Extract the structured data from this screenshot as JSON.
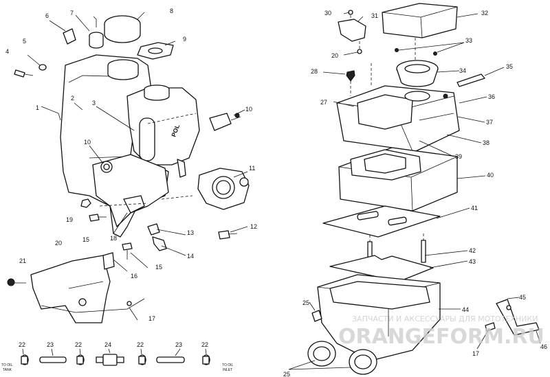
{
  "callouts": [
    {
      "id": "c1",
      "text": "1"
    },
    {
      "id": "c2",
      "text": "2"
    },
    {
      "id": "c3",
      "text": "3"
    },
    {
      "id": "c4",
      "text": "4"
    },
    {
      "id": "c5",
      "text": "5"
    },
    {
      "id": "c6",
      "text": "6"
    },
    {
      "id": "c7",
      "text": "7"
    },
    {
      "id": "c8",
      "text": "8"
    },
    {
      "id": "c9",
      "text": "9"
    },
    {
      "id": "c10a",
      "text": "10"
    },
    {
      "id": "c10b",
      "text": "10"
    },
    {
      "id": "c11",
      "text": "11"
    },
    {
      "id": "c12",
      "text": "12"
    },
    {
      "id": "c13",
      "text": "13"
    },
    {
      "id": "c14",
      "text": "14"
    },
    {
      "id": "c15a",
      "text": "15"
    },
    {
      "id": "c15b",
      "text": "15"
    },
    {
      "id": "c16",
      "text": "16"
    },
    {
      "id": "c17a",
      "text": "17"
    },
    {
      "id": "c17b",
      "text": "17"
    },
    {
      "id": "c18",
      "text": "18"
    },
    {
      "id": "c19",
      "text": "19"
    },
    {
      "id": "c20a",
      "text": "20"
    },
    {
      "id": "c20b",
      "text": "20"
    },
    {
      "id": "c21",
      "text": "21"
    },
    {
      "id": "c22a",
      "text": "22"
    },
    {
      "id": "c22b",
      "text": "22"
    },
    {
      "id": "c22c",
      "text": "22"
    },
    {
      "id": "c22d",
      "text": "22"
    },
    {
      "id": "c23a",
      "text": "23"
    },
    {
      "id": "c23b",
      "text": "23"
    },
    {
      "id": "c24",
      "text": "24"
    },
    {
      "id": "c25a",
      "text": "25"
    },
    {
      "id": "c25b",
      "text": "25"
    },
    {
      "id": "c27",
      "text": "27"
    },
    {
      "id": "c28",
      "text": "28"
    },
    {
      "id": "c30",
      "text": "30"
    },
    {
      "id": "c31",
      "text": "31"
    },
    {
      "id": "c32",
      "text": "32"
    },
    {
      "id": "c33",
      "text": "33"
    },
    {
      "id": "c34",
      "text": "34"
    },
    {
      "id": "c35",
      "text": "35"
    },
    {
      "id": "c36",
      "text": "36"
    },
    {
      "id": "c37",
      "text": "37"
    },
    {
      "id": "c38",
      "text": "38"
    },
    {
      "id": "c39",
      "text": "39"
    },
    {
      "id": "c40",
      "text": "40"
    },
    {
      "id": "c41",
      "text": "41"
    },
    {
      "id": "c42",
      "text": "42"
    },
    {
      "id": "c43",
      "text": "43"
    },
    {
      "id": "c44",
      "text": "44"
    },
    {
      "id": "c45",
      "text": "45"
    },
    {
      "id": "c46",
      "text": "46"
    }
  ],
  "labels": {
    "to_oil_tank_line1": "TO OIL",
    "to_oil_tank_line2": "TANK",
    "to_oil_inlet_line1": "TO OIL",
    "to_oil_inlet_line2": "INLET"
  },
  "watermark": {
    "line1": "ЗАПЧАСТИ И АКСЕССУАРЫ ДЛЯ МОТОТЕХНИКИ",
    "line2": "ORANGEFORM.RU"
  }
}
